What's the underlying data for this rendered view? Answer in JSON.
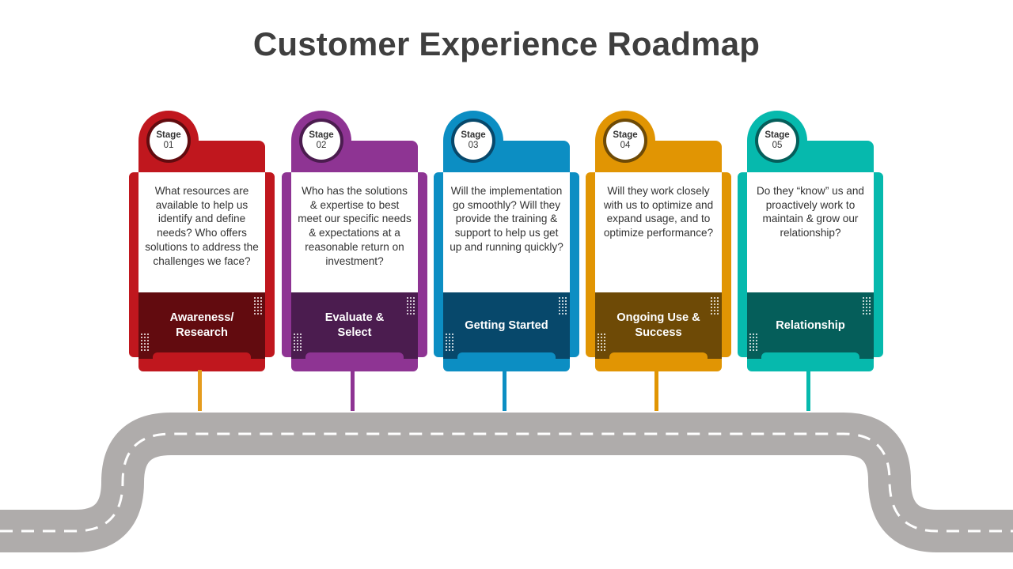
{
  "title": "Customer Experience Roadmap",
  "colors": {
    "road": "#afacab",
    "road_dash": "#ffffff"
  },
  "stages": [
    {
      "stage_label": "Stage",
      "stage_number": "01",
      "description": "What resources are available to help us identify and define needs? Who offers solutions to address the challenges we face?",
      "title": "Awareness/ Research",
      "color": "#c0171e",
      "dark_color": "#620b0f",
      "pole_color": "#e59c1e"
    },
    {
      "stage_label": "Stage",
      "stage_number": "02",
      "description": "Who has the solutions & expertise to best meet our specific needs & expectations at a reasonable return on investment?",
      "title": "Evaluate & Select",
      "color": "#8e3493",
      "dark_color": "#4b1c4f",
      "pole_color": "#8e3493"
    },
    {
      "stage_label": "Stage",
      "stage_number": "03",
      "description": "Will the implementation go smoothly? Will they provide the training & support to help us get up and running quickly?",
      "title": "Getting Started",
      "color": "#0c8ec3",
      "dark_color": "#07486b",
      "pole_color": "#0c8ec3"
    },
    {
      "stage_label": "Stage",
      "stage_number": "04",
      "description": "Will they work closely with us to optimize and expand usage, and to optimize performance?",
      "title": "Ongoing Use & Success",
      "color": "#e19503",
      "dark_color": "#6e4a06",
      "pole_color": "#e19503"
    },
    {
      "stage_label": "Stage",
      "stage_number": "05",
      "description": "Do they “know” us and proactively work to maintain & grow our relationship?",
      "title": "Relationship",
      "color": "#06b9ad",
      "dark_color": "#055e5a",
      "pole_color": "#06b9ad"
    }
  ]
}
